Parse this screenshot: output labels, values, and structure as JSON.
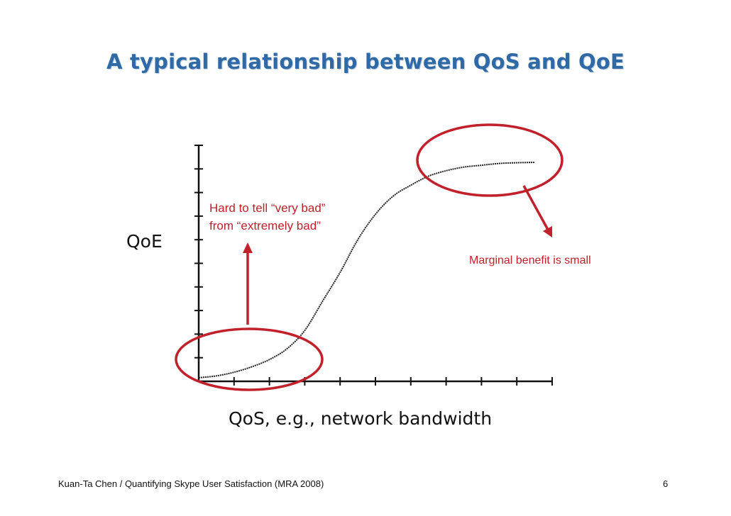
{
  "slide": {
    "title": "A typical relationship between QoS and QoE",
    "footer_left": "Kuan-Ta Chen  / Quantifying Skype User Satisfaction (MRA 2008)",
    "page_number": "6"
  },
  "chart_data": {
    "type": "line",
    "title": "A typical relationship between QoS and QoE",
    "xlabel": "QoS,  e.g., network bandwidth",
    "ylabel": "QoE",
    "xlim": [
      0,
      10
    ],
    "ylim": [
      0,
      6.5
    ],
    "grid": false,
    "series": [
      {
        "color": "#222222",
        "x": [
          0,
          0.5,
          1,
          1.5,
          2,
          2.5,
          3,
          3.5,
          4,
          4.5,
          5,
          5.5,
          6,
          6.5,
          7,
          7.5,
          8,
          8.5,
          9,
          9.5
        ],
        "y": [
          0.1,
          0.15,
          0.25,
          0.4,
          0.6,
          0.9,
          1.4,
          2.2,
          3.0,
          3.9,
          4.6,
          5.1,
          5.4,
          5.65,
          5.8,
          5.9,
          5.95,
          6.0,
          6.02,
          6.03
        ]
      }
    ],
    "annotations": [
      {
        "text": "Hard to tell “very bad”\nfrom “extremely bad”",
        "color": "#c0212b",
        "target": "low-QoS region"
      },
      {
        "text": "Marginal benefit is small",
        "color": "#c0212b",
        "target": "high-QoS region"
      }
    ],
    "accent_color": "#c0212b",
    "title_color": "#2f6aa6"
  }
}
